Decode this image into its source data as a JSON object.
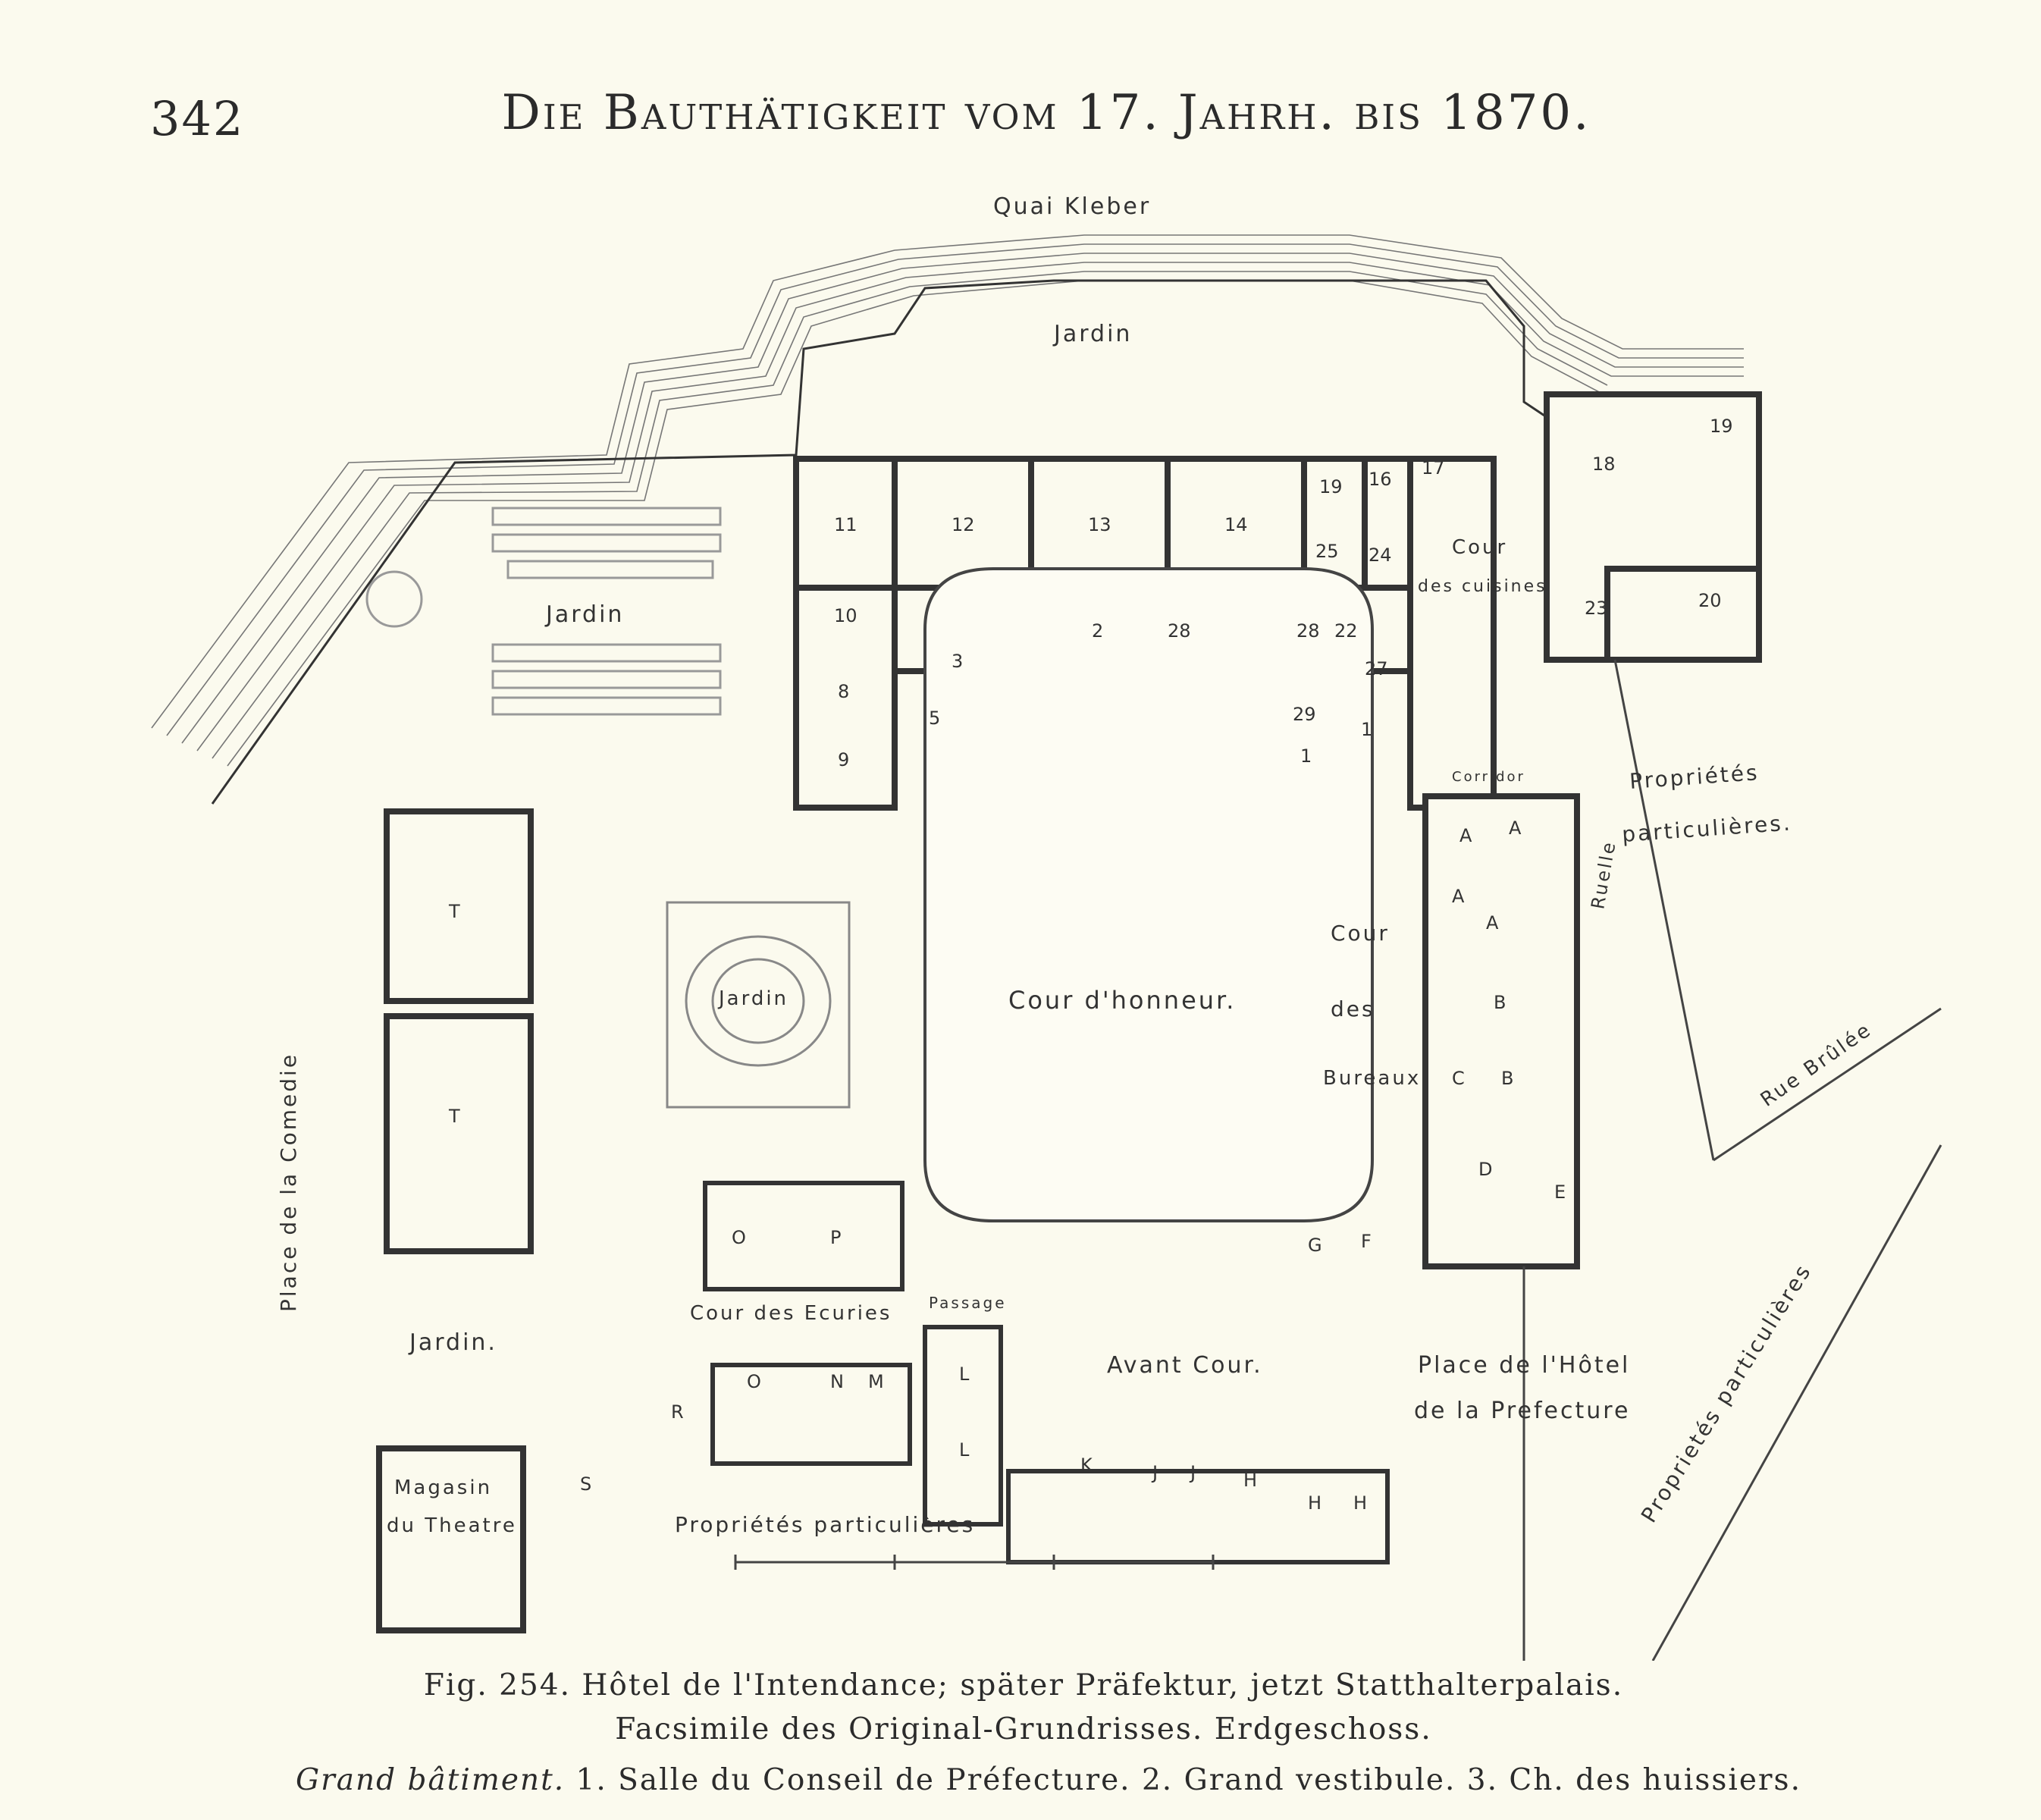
{
  "header": {
    "page_number": "342",
    "running_title": "Die Bauthätigkeit vom 17. Jahrh. bis 1870."
  },
  "plan": {
    "street_labels": {
      "quai": "Quai Kleber",
      "place_comedie": "Place de la Comedie",
      "place_hotel_line1": "Place de l'Hôtel",
      "place_hotel_line2": "de la Prefecture",
      "ruelle": "Ruelle",
      "rue_brulee": "Rue Brûlée"
    },
    "area_labels": {
      "jardin_top": "Jardin",
      "jardin_left": "Jardin",
      "jardin_center": "Jardin",
      "jardin_lower": "Jardin.",
      "cour_honneur": "Cour d'honneur.",
      "cour_cuisines_1": "Cour",
      "cour_cuisines_2": "des cuisines",
      "cour_bureaux_1": "Cour",
      "cour_bureaux_2": "des",
      "cour_bureaux_3": "Bureaux",
      "cour_ecuries": "Cour des Ecuries",
      "avant_cour": "Avant Cour.",
      "passage": "Passage",
      "corridor": "Corridor",
      "magasin_1": "Magasin",
      "magasin_2": "du Theatre",
      "proprietes_bottom": "Propriétés particulières",
      "proprietes_right_1": "Propriétés",
      "proprietes_right_2": "particulières.",
      "proprietes_diagonal": "Proprietés particulières"
    },
    "room_numbers": {
      "r11": "11",
      "r12": "12",
      "r13": "13",
      "r14": "14",
      "r19a": "19",
      "r16": "16",
      "r17": "17",
      "r18": "18",
      "r19b": "19",
      "r23": "23",
      "r20": "20",
      "r25": "25",
      "r24": "24",
      "r10": "10",
      "r3": "3",
      "r2": "2",
      "r28a": "28",
      "r28b": "28",
      "r22": "22",
      "r27": "27",
      "r8": "8",
      "r5": "5",
      "r9": "9",
      "r29": "29",
      "r1a": "1",
      "r1b": "1"
    },
    "room_letters": {
      "t1": "T",
      "t2": "T",
      "a1": "A",
      "a2": "A",
      "a3": "A",
      "a4": "A",
      "b1": "B",
      "b2": "B",
      "c": "C",
      "d": "D",
      "e": "E",
      "o1": "O",
      "p": "P",
      "o2": "O",
      "n": "N",
      "m": "M",
      "r": "R",
      "l1": "L",
      "l2": "L",
      "s": "S",
      "k": "K",
      "j1": "J",
      "j2": "J",
      "h1": "H",
      "h2": "H",
      "h3": "H",
      "g": "G",
      "f": "F"
    }
  },
  "caption": {
    "line1": "Fig. 254. Hôtel de l'Intendance; später Präfektur, jetzt Statthalterpalais.",
    "line2": "Facsimile des Original-Grundrisses. Erdgeschoss."
  },
  "legend": {
    "heading": "Grand bâtiment.",
    "items": "1. Salle du Conseil de Préfecture. 2. Grand vestibule. 3. Ch. des huissiers."
  }
}
